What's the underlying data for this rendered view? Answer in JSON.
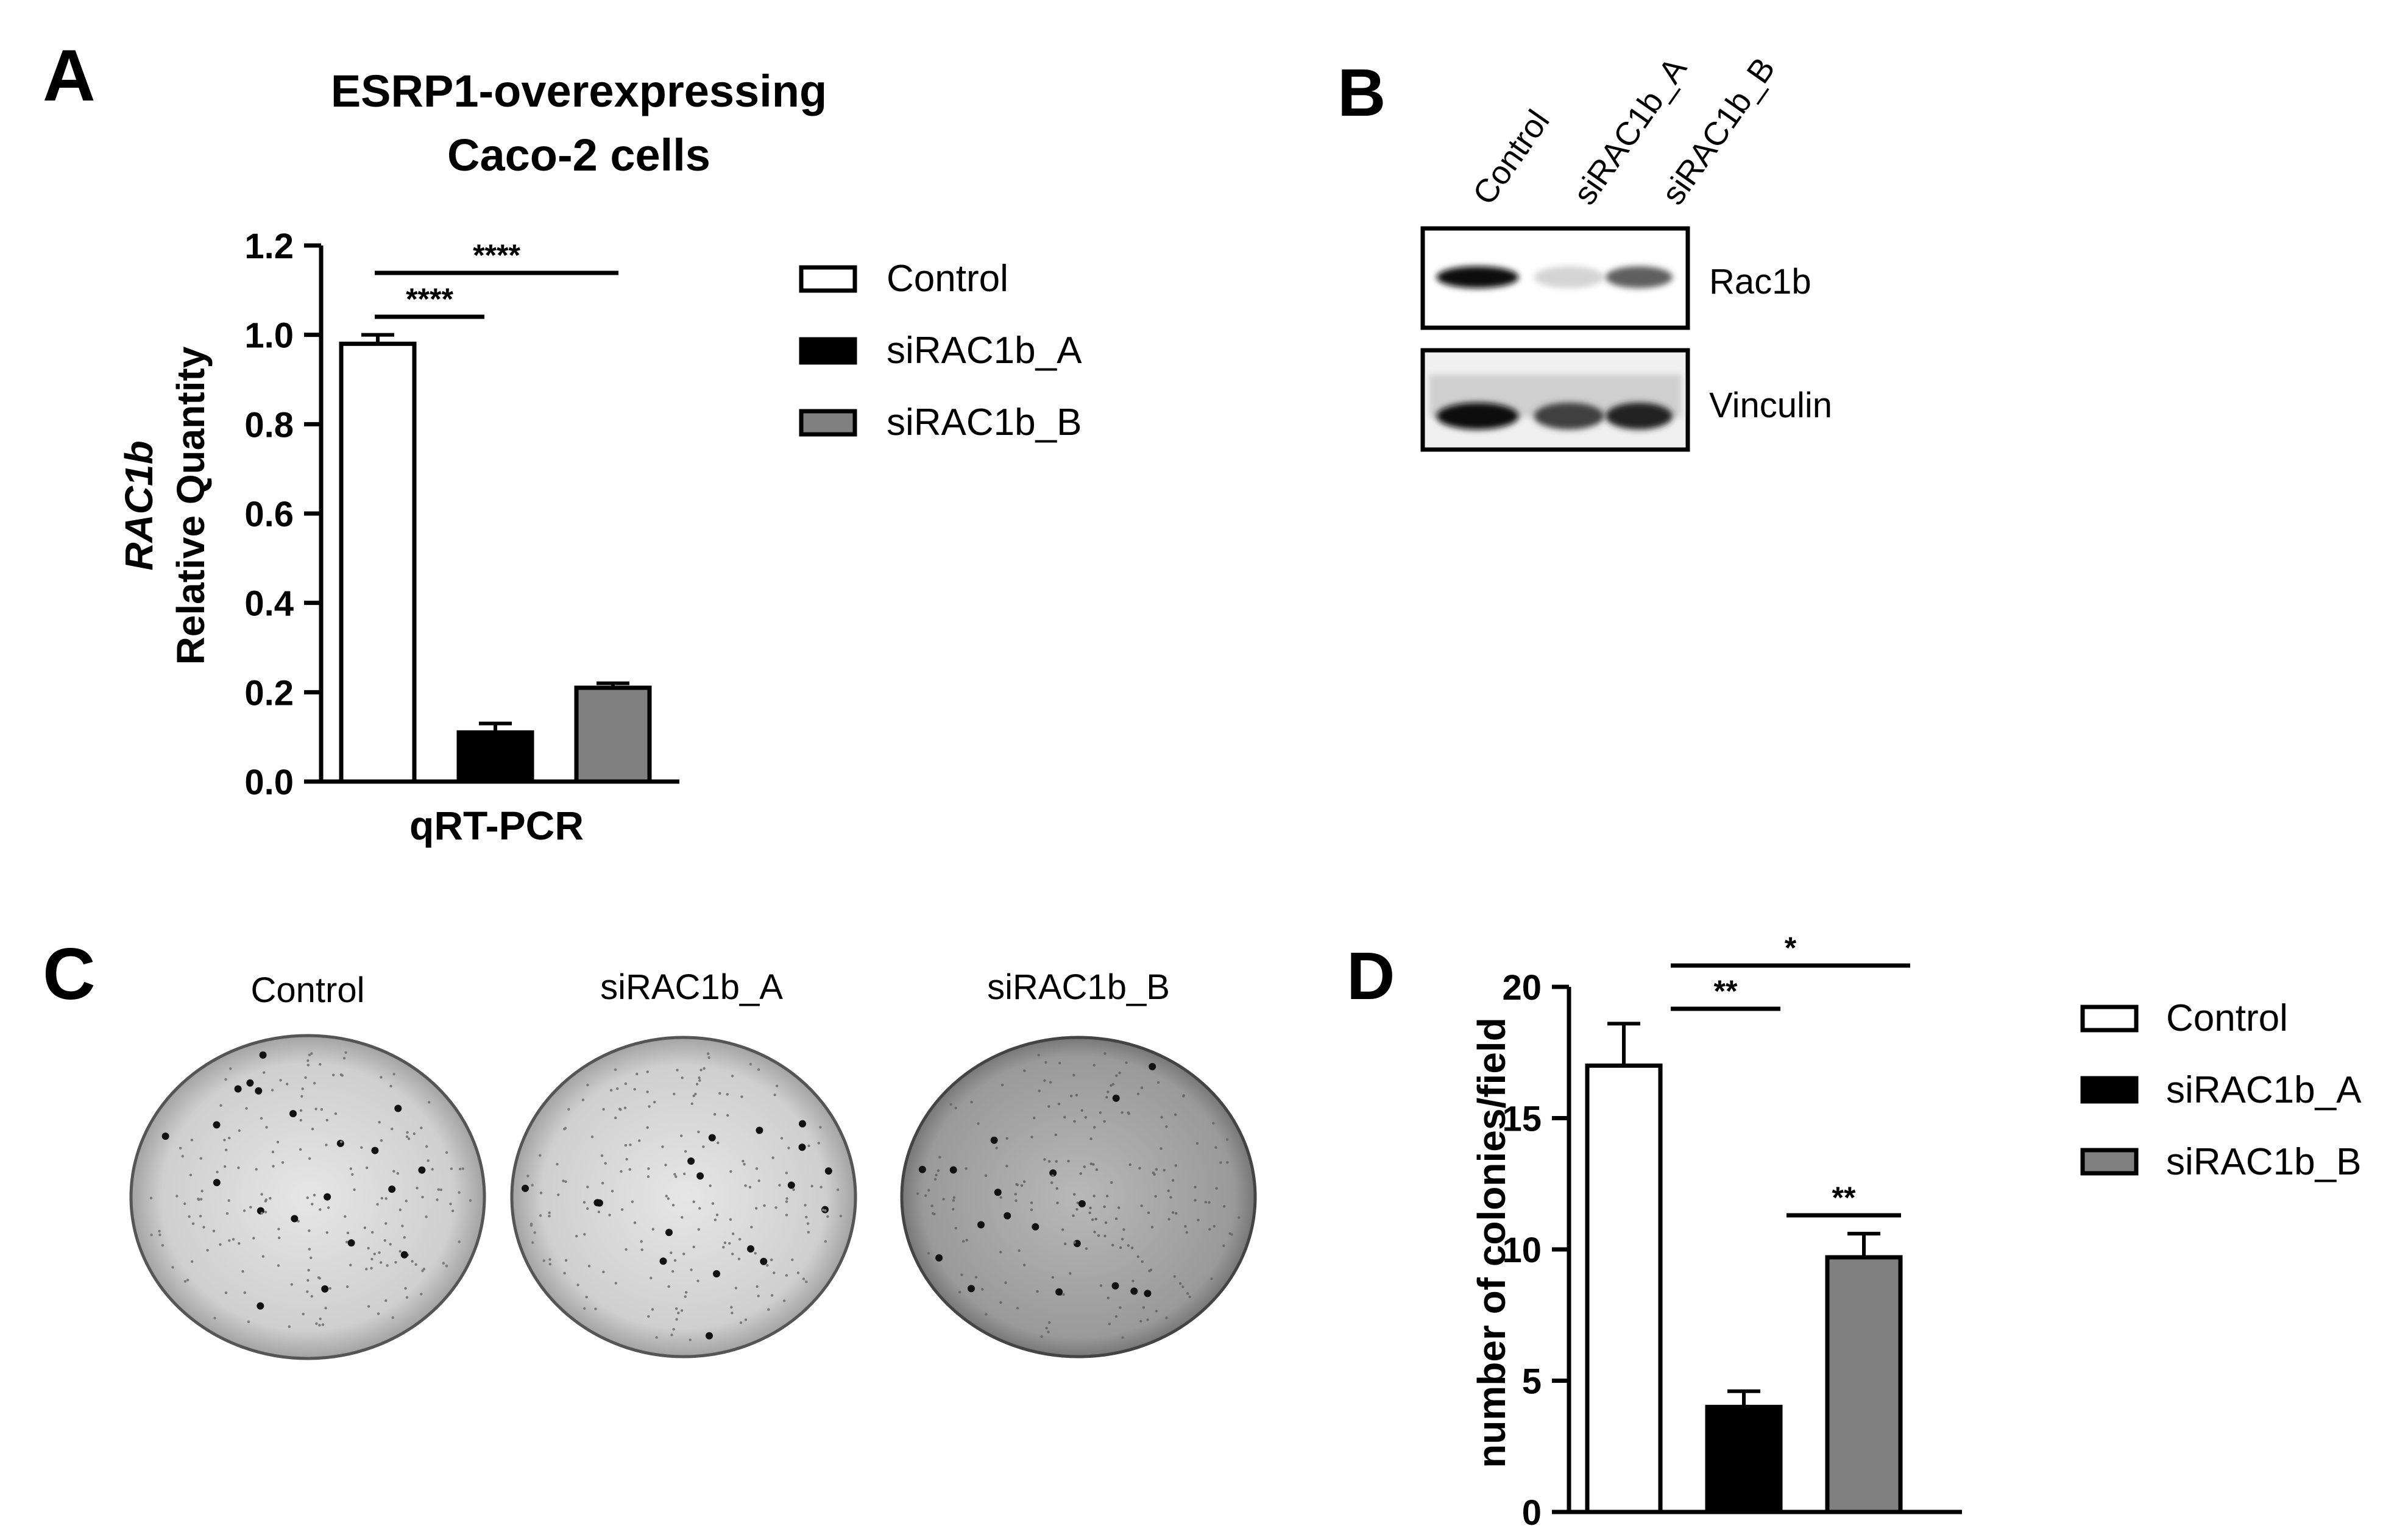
{
  "panels": {
    "A": {
      "letter": "A"
    },
    "B": {
      "letter": "B",
      "lanes": [
        "Control",
        "siRAC1b_A",
        "siRAC1b_B"
      ],
      "blots": [
        {
          "label": "Rac1b",
          "intensity": [
            1.0,
            0.08,
            0.62
          ]
        },
        {
          "label": "Vinculin",
          "intensity": [
            1.0,
            0.75,
            0.9
          ]
        }
      ]
    },
    "C": {
      "letter": "C",
      "wells": [
        "Control",
        "siRAC1b_A",
        "siRAC1b_B"
      ]
    },
    "D": {
      "letter": "D"
    }
  },
  "legend": {
    "items": [
      {
        "label": "Control",
        "color": "#ffffff"
      },
      {
        "label": "siRAC1b_A",
        "color": "#000000"
      },
      {
        "label": "siRAC1b_B",
        "color": "#808080"
      }
    ]
  },
  "chart_data": [
    {
      "type": "bar",
      "title": [
        "ESRP1-overexpressing",
        "Caco-2 cells"
      ],
      "xlabel": "qRT-PCR",
      "ylabel": [
        "RAC1b",
        "Relative Quantity"
      ],
      "categories": [
        "Control",
        "siRAC1b_A",
        "siRAC1b_B"
      ],
      "values": [
        0.98,
        0.11,
        0.21
      ],
      "errors": [
        0.02,
        0.02,
        0.01
      ],
      "colors": [
        "#ffffff",
        "#000000",
        "#808080"
      ],
      "ylim": [
        0,
        1.2
      ],
      "yticks": [
        "0.0",
        "0.2",
        "0.4",
        "0.6",
        "0.8",
        "1.0",
        "1.2"
      ],
      "significance": [
        {
          "from": 0,
          "to": 1,
          "label": "****"
        },
        {
          "from": 0,
          "to": 2,
          "label": "****"
        }
      ],
      "grid": false,
      "legend": "right"
    },
    {
      "type": "bar",
      "xlabel": "",
      "ylabel": [
        "number of colonies/field"
      ],
      "categories": [
        "Control",
        "siRAC1b_A",
        "siRAC1b_B"
      ],
      "values": [
        17.0,
        4.0,
        9.7
      ],
      "errors": [
        1.6,
        0.6,
        0.9
      ],
      "colors": [
        "#ffffff",
        "#000000",
        "#808080"
      ],
      "ylim": [
        0,
        20
      ],
      "yticks": [
        "0",
        "5",
        "10",
        "15",
        "20"
      ],
      "significance": [
        {
          "from": 0,
          "to": 1,
          "label": "**"
        },
        {
          "from": 0,
          "to": 2,
          "label": "*"
        },
        {
          "from": 1,
          "to": 2,
          "label": "**"
        }
      ],
      "grid": false,
      "legend": "right"
    }
  ]
}
